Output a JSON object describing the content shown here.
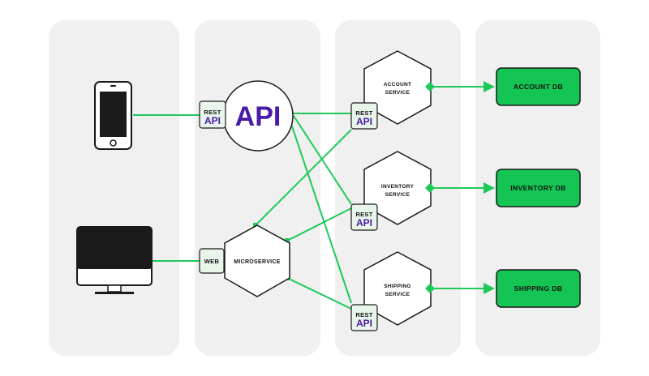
{
  "api_gateway": {
    "rest_label": "REST",
    "api_label": "API",
    "big_label": "API"
  },
  "microservice": {
    "web_label": "WEB",
    "label": "MICROSERVICE"
  },
  "services": [
    {
      "line1": "ACCOUNT",
      "line2": "SERVICE",
      "rest_label": "REST",
      "api_label": "API",
      "db_label": "ACCOUNT DB"
    },
    {
      "line1": "INVENTORY",
      "line2": "SERVICE",
      "rest_label": "REST",
      "api_label": "API",
      "db_label": "INVENTORY DB"
    },
    {
      "line1": "SHIPPING",
      "line2": "SERVICE",
      "rest_label": "REST",
      "api_label": "API",
      "db_label": "SHIPPING DB"
    }
  ],
  "colors": {
    "panel": "#f0f0f0",
    "connector": "#1ec95a",
    "db_fill": "#15c553",
    "badge_fill": "#e8f5ea",
    "api_purple": "#4a1aa8",
    "device": "#1a1a1a"
  }
}
